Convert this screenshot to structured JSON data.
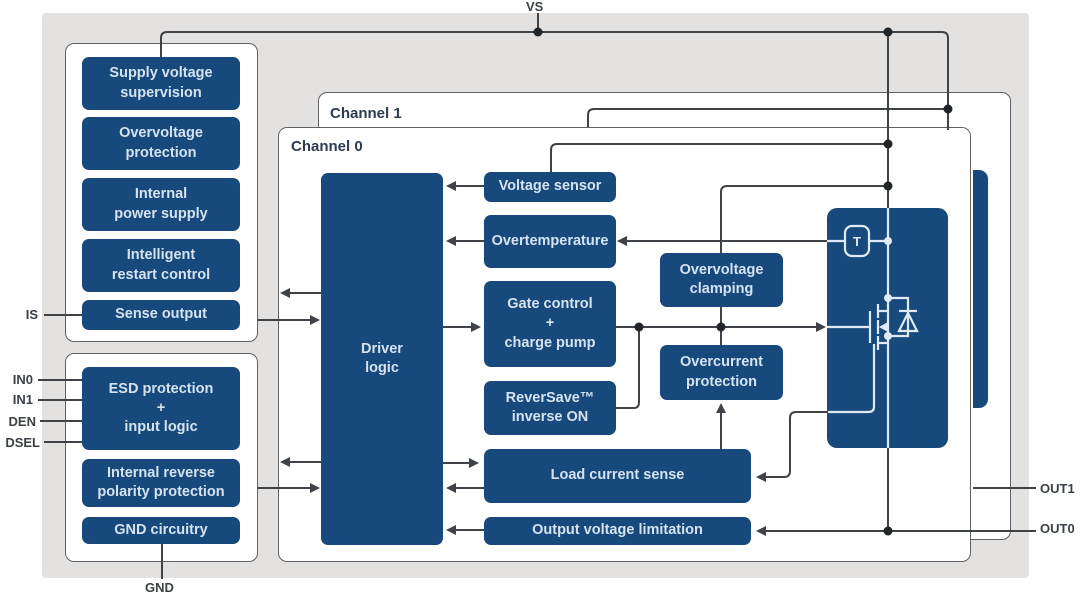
{
  "pins": {
    "vs": "VS",
    "gnd": "GND",
    "is": "IS",
    "in0": "IN0",
    "in1": "IN1",
    "den": "DEN",
    "dsel": "DSEL",
    "out1": "OUT1",
    "out0": "OUT0"
  },
  "channels": {
    "channel1": "Channel 1",
    "channel0": "Channel 0"
  },
  "blocks": {
    "supply_voltage_supervision": "Supply voltage\nsupervision",
    "overvoltage_protection": "Overvoltage\nprotection",
    "internal_power_supply": "Internal\npower supply",
    "intelligent_restart_control": "Intelligent\nrestart control",
    "sense_output": "Sense output",
    "esd_input_logic": "ESD protection\n+\ninput logic",
    "internal_reverse_polarity": "Internal reverse\npolarity protection",
    "gnd_circuitry": "GND circuitry",
    "driver_logic": "Driver\nlogic",
    "voltage_sensor": "Voltage sensor",
    "overtemperature": "Overtemperature",
    "gate_control": "Gate control\n+\ncharge pump",
    "reversave": "ReverSave™\ninverse ON",
    "load_current_sense": "Load current sense",
    "output_voltage_limitation": "Output voltage limitation",
    "overvoltage_clamping": "Overvoltage\nclamping",
    "overcurrent_protection": "Overcurrent\nprotection",
    "temp_sensor": "T"
  },
  "colors": {
    "blue": "#17497c",
    "blue_text": "#d5e3f1",
    "wire": "#3f4347",
    "dot": "#212529",
    "bg": "#e4e2e1",
    "border": "#5e6266",
    "label": "#3b4147",
    "channel_label": "#2d3c50",
    "white_line": "#dfeaf5"
  }
}
